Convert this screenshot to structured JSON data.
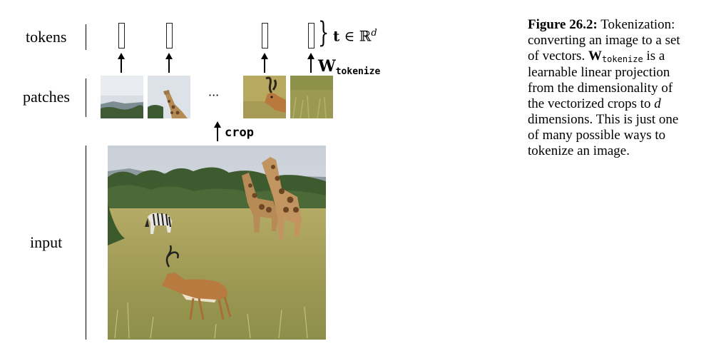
{
  "labels": {
    "tokens": "tokens",
    "patches": "patches",
    "input": "input"
  },
  "math": {
    "brace": "}",
    "token_symbol": "t",
    "in_symbol": "∈",
    "reals": "ℝ",
    "dim": "d",
    "W": "W",
    "W_sub": "tokenize",
    "ellipsis": "···",
    "crop": "crop"
  },
  "caption": {
    "figure_label": "Figure 26.2:",
    "part1": " Tokenization: converting an image to a set of vectors. ",
    "W": "W",
    "W_sub": "tokenize",
    "part2": " is a learnable linear projection from the dimensionality of the vectorized crops to ",
    "d": "d",
    "part3": " dimensions. This is just one of many possible ways to tokenize an image."
  }
}
